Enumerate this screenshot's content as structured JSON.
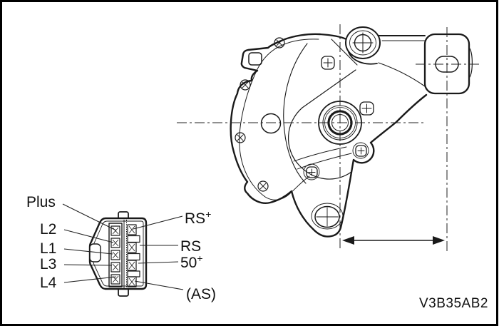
{
  "figure": {
    "code": "V3B35AB2"
  },
  "connector_pinout": {
    "left_pins": [
      "Plus",
      "L2",
      "L1",
      "L3",
      "L4"
    ],
    "right_pins": [
      {
        "base": "RS",
        "sup": "+"
      },
      {
        "base": "RS",
        "sup": ""
      },
      {
        "base": "50",
        "sup": "+"
      },
      {
        "base": "(AS)",
        "sup": ""
      }
    ]
  },
  "colors": {
    "line": "#1a1a1a",
    "background": "#ffffff",
    "frame": "#000000"
  }
}
